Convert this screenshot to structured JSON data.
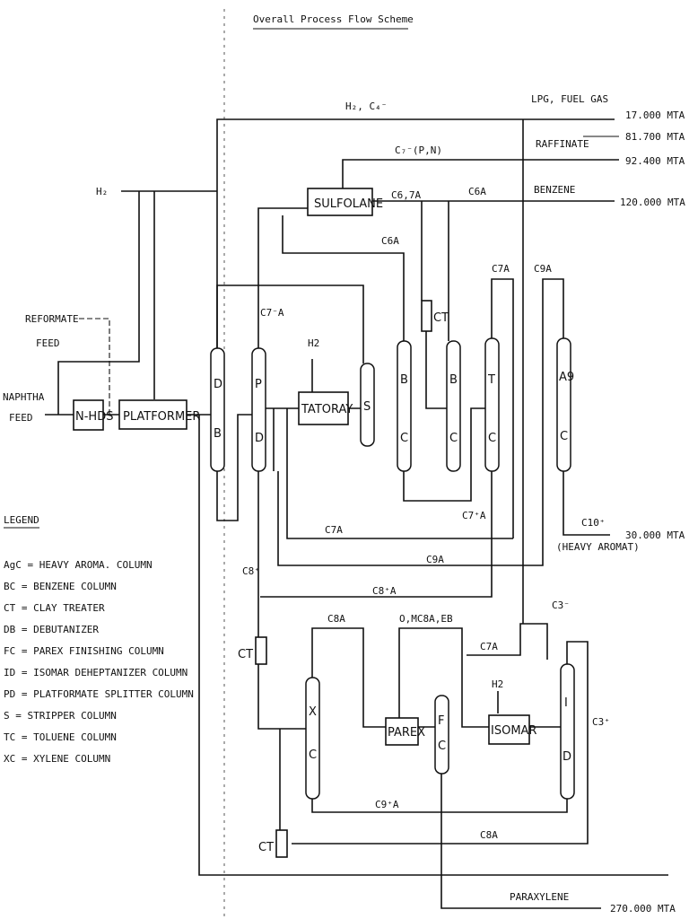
{
  "title": "Overall Process Flow Scheme",
  "streams": {
    "h2_c4": "H₂, C₄⁻",
    "lpg": "LPG, FUEL GAS",
    "lpg_value": "17.000 MTA",
    "raffinate_value": "81.700 MTA",
    "c7pn": "C₇⁻(P,N)",
    "raffinate": "RAFFINATE",
    "raffinate_total": "92.400 MTA",
    "h2_feed": "H₂",
    "c67a": "C6,7A",
    "c6a_top": "C6A",
    "benzene": "BENZENE",
    "benzene_value": "120.000 MTA",
    "c6a_mid": "C6A",
    "c7a_tc": "C7A",
    "c9a_top": "C9A",
    "c7a_pd": "C7⁻A",
    "reformate_feed_1": "REFORMATE",
    "reformate_feed_2": "FEED",
    "h2_tatoray": "H2",
    "naphtha_1": "NAPHTHA",
    "naphtha_2": "FEED",
    "c7a_recycle": "C7A",
    "c7plusa": "C7⁺A",
    "c10plus": "C10⁺",
    "heavy_value": "30.000 MTA",
    "heavy_aromat": "(HEAVY AROMAT)",
    "c9a_mid": "C9A",
    "c8plus": "C8⁺",
    "c8plusa": "C8⁺A",
    "c3minus": "C3⁻",
    "c8a": "C8A",
    "omc8a": "O,MC8A,EB",
    "c7a_isomar": "C7A",
    "h2_isomar": "H2",
    "c3plus": "C3⁺",
    "c9plusa": "C9⁺A",
    "c8a_bottom": "C8A",
    "paraxylene": "PARAXYLENE",
    "paraxylene_value": "270.000 MTA"
  },
  "units": {
    "nhds": "N-HDS",
    "platformer": "PLATFORMER",
    "sulfolane": "SULFOLANE",
    "tatoray": "TATORAY",
    "parex": "PAREX",
    "isomar": "ISOMAR",
    "ct": "CT"
  },
  "columns": {
    "db": [
      "D",
      "B"
    ],
    "pd": [
      "P",
      "D"
    ],
    "s": [
      "S"
    ],
    "bc1": [
      "B",
      "C"
    ],
    "bc2": [
      "B",
      "C"
    ],
    "tc": [
      "T",
      "C"
    ],
    "agc": [
      "A9",
      "C"
    ],
    "xc": [
      "X",
      "C"
    ],
    "fc": [
      "F",
      "C"
    ],
    "id": [
      "I",
      "D"
    ]
  },
  "legend": {
    "heading": "LEGEND",
    "items": [
      "AgC = HEAVY AROMA. COLUMN",
      "BC  = BENZENE COLUMN",
      "CT  = CLAY TREATER",
      "DB  = DEBUTANIZER",
      "FC  = PAREX FINISHING COLUMN",
      "ID  = ISOMAR DEHEPTANIZER COLUMN",
      "PD  = PLATFORMATE SPLITTER COLUMN",
      "S   = STRIPPER COLUMN",
      "TC  = TOLUENE COLUMN",
      "XC  = XYLENE COLUMN"
    ]
  }
}
